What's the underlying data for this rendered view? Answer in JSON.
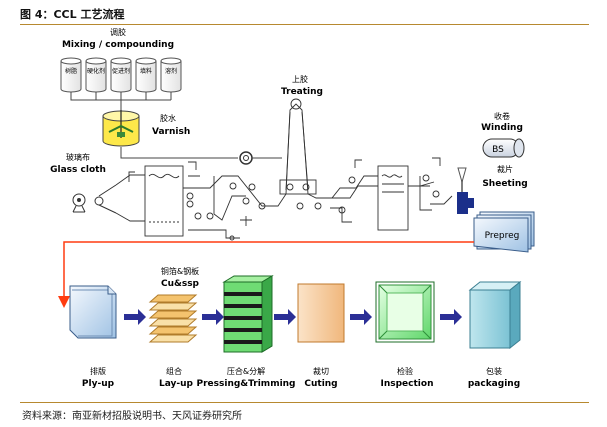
{
  "header": {
    "figure_title": "图 4：CCL 工艺流程"
  },
  "footer": {
    "source": "资料来源：南亚新材招股说明书、天风证券研究所"
  },
  "diagram": {
    "mixing": {
      "cn": "调胶",
      "en": "Mixing / compounding",
      "tanks": [
        "树脂",
        "硬化剂",
        "促进剂",
        "填料",
        "溶剂"
      ]
    },
    "varnish": {
      "cn": "胶水",
      "en": "Varnish"
    },
    "glass_cloth": {
      "cn": "玻璃布",
      "en": "Glass cloth"
    },
    "treating": {
      "cn": "上胶",
      "en": "Treating"
    },
    "winding": {
      "cn": "收卷",
      "en": "Winding",
      "roll": "BS"
    },
    "sheeting": {
      "cn": "裁片",
      "en": "Sheeting"
    },
    "prepreg": "Prepreg",
    "copper": {
      "cn": "铜箔&钢板",
      "en": "Cu&ssp"
    },
    "steps": [
      {
        "cn": "排版",
        "en": "Ply-up"
      },
      {
        "cn": "组合",
        "en": "Lay-up"
      },
      {
        "cn": "压合&分解",
        "en": "Pressing&Trimming"
      },
      {
        "cn": "裁切",
        "en": "Cuting"
      },
      {
        "cn": "检验",
        "en": "Inspection"
      },
      {
        "cn": "包装",
        "en": "packaging"
      }
    ]
  }
}
